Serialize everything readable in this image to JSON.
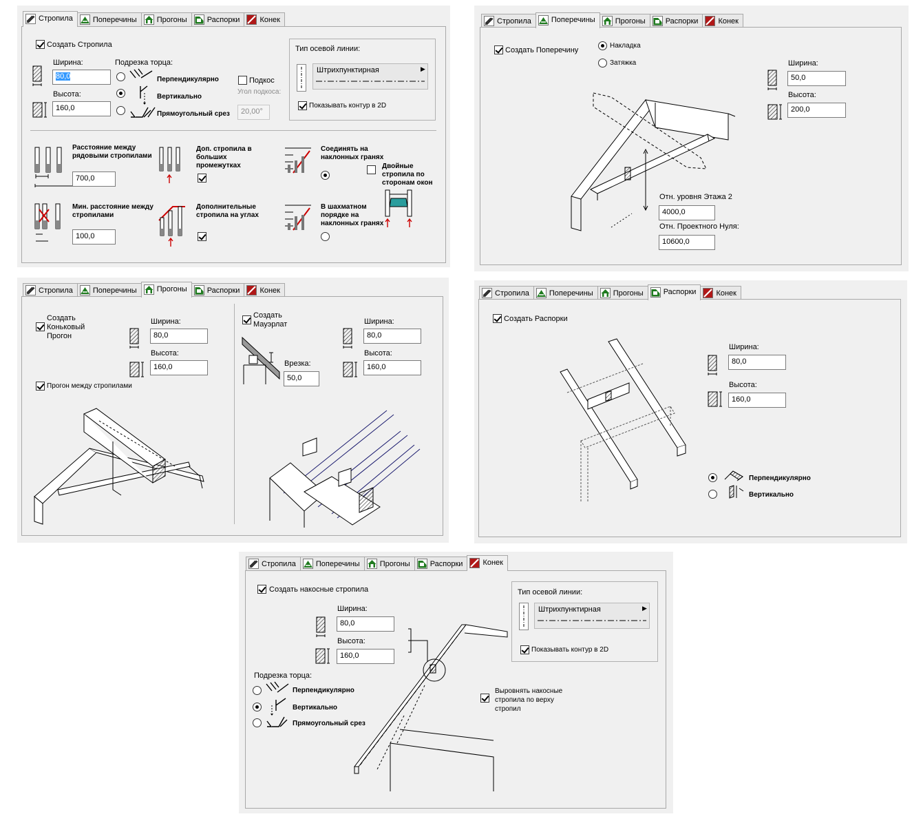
{
  "tabs": [
    "Стропила",
    "Поперечины",
    "Прогоны",
    "Распорки",
    "Конек"
  ],
  "p1": {
    "create_label": "Создать Стропила",
    "width_label": "Ширина:",
    "width_value": "80,0",
    "height_label": "Высота:",
    "height_value": "160,0",
    "cut_label": "Подрезка торца:",
    "cut_options": [
      "Перпендикулярно",
      "Вертикально",
      "Прямоугольный срез"
    ],
    "brace_label": "Подкос",
    "brace_angle_label": "Угол подкоса:",
    "brace_angle_value": "20,00°",
    "axis_group_label": "Тип осевой линии:",
    "axis_line_value": "Штрихпунктирная",
    "show_contour_label": "Показывать контур в 2D",
    "spacing_label": "Расстояние между рядовыми стропилами",
    "spacing_value": "700,0",
    "extra_rafters_label": "Доп. стропила в больших промежутках",
    "join_label": "Соединять на наклонных гранях",
    "double_label": "Двойные стропила по сторонам окон",
    "min_spacing_label": "Мин. расстояние между стропилами",
    "min_spacing_value": "100,0",
    "corner_label": "Дополнительные стропила на углах",
    "stagger_label": "В шахматном порядке на наклонных гранях"
  },
  "p2": {
    "create_label": "Создать Поперечину",
    "opt_overlay": "Накладка",
    "opt_tie": "Затяжка",
    "width_label": "Ширина:",
    "width_value": "50,0",
    "height_label": "Высота:",
    "height_value": "200,0",
    "floor_level_label": "Отн. уровня Этажа 2",
    "floor_level_value": "4000,0",
    "project_zero_label": "Отн. Проектного Нуля:",
    "project_zero_value": "10600,0"
  },
  "p3": {
    "ridge_create_label": "Создать Коньковый Прогон",
    "width_label": "Ширина:",
    "ridge_width_value": "80,0",
    "height_label": "Высота:",
    "ridge_height_value": "160,0",
    "between_label": "Прогон между стропилами",
    "mauer_create_label": "Создать Мауэрлат",
    "notch_label": "Врезка:",
    "notch_value": "50,0",
    "mauer_width_value": "80,0",
    "mauer_height_value": "160,0"
  },
  "p4": {
    "create_label": "Создать Распорки",
    "width_label": "Ширина:",
    "width_value": "80,0",
    "height_label": "Высота:",
    "height_value": "160,0",
    "opt_perp": "Перпендикулярно",
    "opt_vert": "Вертикально"
  },
  "p5": {
    "create_label": "Создать накосные стропила",
    "width_label": "Ширина:",
    "width_value": "80,0",
    "height_label": "Высота:",
    "height_value": "160,0",
    "cut_label": "Подрезка торца:",
    "cut_options": [
      "Перпендикулярно",
      "Вертикально",
      "Прямоугольный срез"
    ],
    "axis_group_label": "Тип осевой линии:",
    "axis_line_value": "Штрихпунктирная",
    "show_contour_label": "Показывать контур в 2D",
    "align_label": "Выровнять накосные стропила по верху стропил"
  },
  "colors": {
    "accent_red": "#cc0000",
    "select_blue": "#3399ff",
    "window_teal": "#2a9d9d",
    "tab_green": "#1f7a1f",
    "tab_red": "#b01818"
  }
}
